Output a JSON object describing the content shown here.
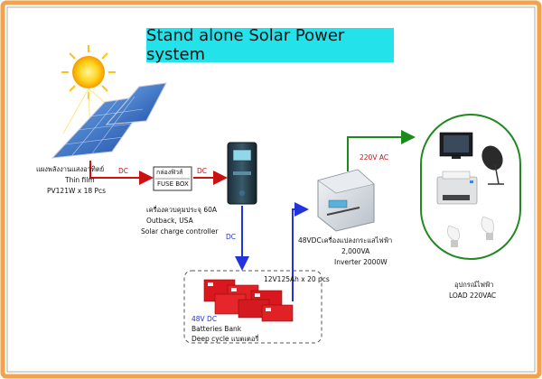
{
  "title": "Stand alone Solar Power system",
  "panel": {
    "label_th": "แผงพลังงานแสงอาทิตย์",
    "type": "Thin film",
    "spec": "PV121W x 18 Pcs"
  },
  "wires": {
    "dc1": "DC",
    "dc2": "DC",
    "dc3": "DC",
    "vdc48": "48VDC",
    "ac220": "220V AC"
  },
  "fuse_box": {
    "label_th": "กล่องฟิวส์",
    "label_en": "FUSE BOX"
  },
  "controller": {
    "label_th": "เครื่องควบคุมประจุ 60A",
    "brand": "Outback, USA",
    "type": "Solar charge controller"
  },
  "inverter": {
    "label_th": "เครื่องแปลงกระแสไฟฟ้า",
    "rating": "2,000VA",
    "type": "Inverter 2000W"
  },
  "battery": {
    "spec": "12V125Ah x 20 pcs",
    "voltage": "48V DC",
    "name": "Batteries Bank",
    "type_th": "Deep cycle แบตเตอรี่"
  },
  "load": {
    "label_th": "อุปกรณ์ไฟฟ้า",
    "spec": "LOAD 220VAC"
  },
  "colors": {
    "title_bg": "#24e2ea",
    "dc_wire": "#cc1111",
    "controller_wire": "#2233dd",
    "ac_wire": "#1a8a1a",
    "frame": "#f2a24a",
    "load_border": "#228822"
  }
}
